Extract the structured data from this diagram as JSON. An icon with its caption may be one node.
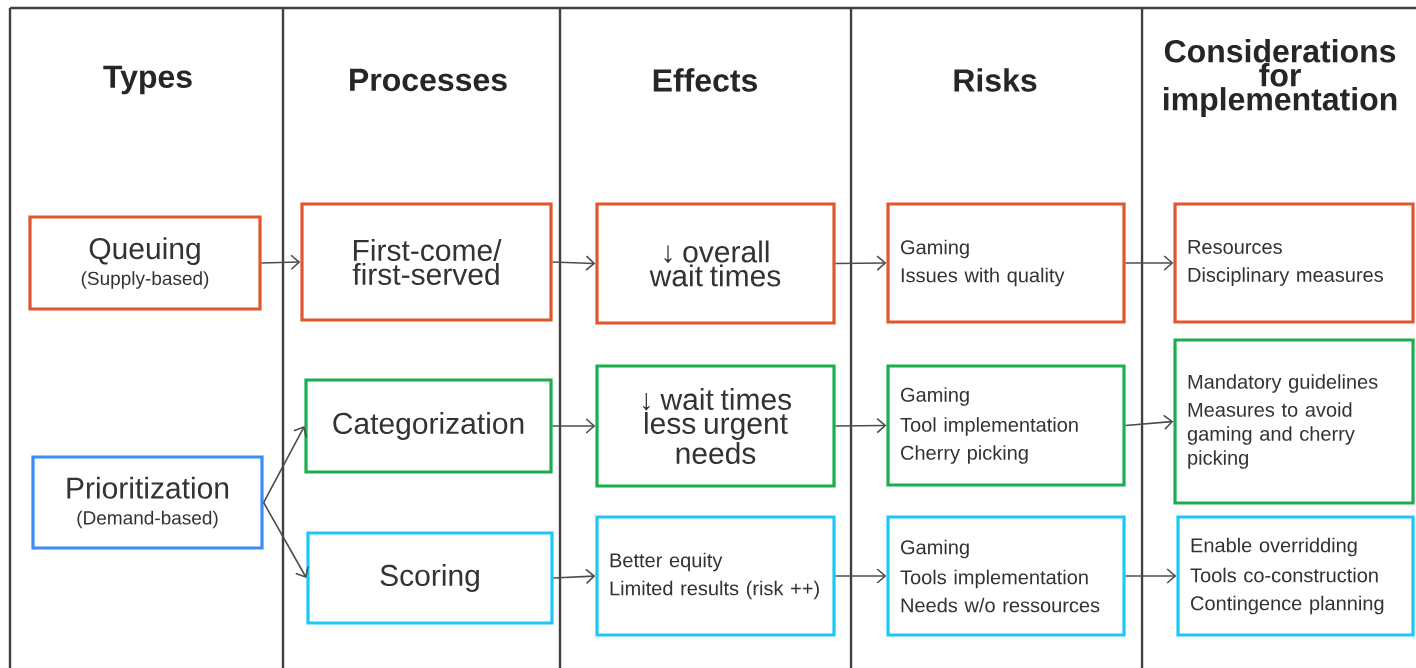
{
  "diagram": {
    "nodes": [
      {
        "text": [
          "Queuing",
          "(Supply-based)"
        ]
      },
      {
        "text": [
          "Prioritization",
          "(Demand-based)"
        ]
      },
      {
        "text": [
          "First-come/ first-served"
        ]
      },
      {
        "text": [
          "Categorization"
        ]
      },
      {
        "text": [
          "Scoring"
        ]
      },
      {
        "text": [
          "↓ overall wait times"
        ]
      },
      {
        "text": [
          "↓ wait times less urgent needs"
        ]
      },
      {
        "text": [
          "Better equity",
          "Limited results (risk ++)"
        ]
      },
      {
        "text": [
          "Gaming",
          "Issues with quality"
        ]
      },
      {
        "text": [
          "Gaming",
          "Tool implementation",
          "Cherry picking"
        ]
      },
      {
        "text": [
          "Gaming",
          "Tools implementation",
          "Needs w/o ressources"
        ]
      },
      {
        "text": [
          "Resources",
          "Disciplinary measures"
        ]
      },
      {
        "text": [
          "Mandatory guidelines",
          "Measures to avoid gaming and cherry picking"
        ]
      },
      {
        "text": [
          "Enable overridding",
          "Tools co-construction",
          "Contingence planning"
        ]
      }
    ],
    "edges": [
      {
        "from": 0,
        "to": 2,
        "arrow": "to"
      },
      {
        "from": 1,
        "to": 3,
        "arrow": "to"
      },
      {
        "from": 1,
        "to": 4,
        "arrow": "to"
      },
      {
        "from": 2,
        "to": 5,
        "arrow": "to"
      },
      {
        "from": 3,
        "to": 6,
        "arrow": "to"
      },
      {
        "from": 4,
        "to": 7,
        "arrow": "to"
      },
      {
        "from": 5,
        "to": 8,
        "arrow": "to"
      },
      {
        "from": 6,
        "to": 9,
        "arrow": "to"
      },
      {
        "from": 7,
        "to": 10,
        "arrow": "to"
      },
      {
        "from": 8,
        "to": 11,
        "arrow": "to"
      },
      {
        "from": 9,
        "to": 12,
        "arrow": "to"
      },
      {
        "from": 10,
        "to": 13,
        "arrow": "to"
      }
    ],
    "labels": [
      "Types",
      "Processes",
      "Effects",
      "Risks",
      "Considerations for implementation"
    ]
  }
}
